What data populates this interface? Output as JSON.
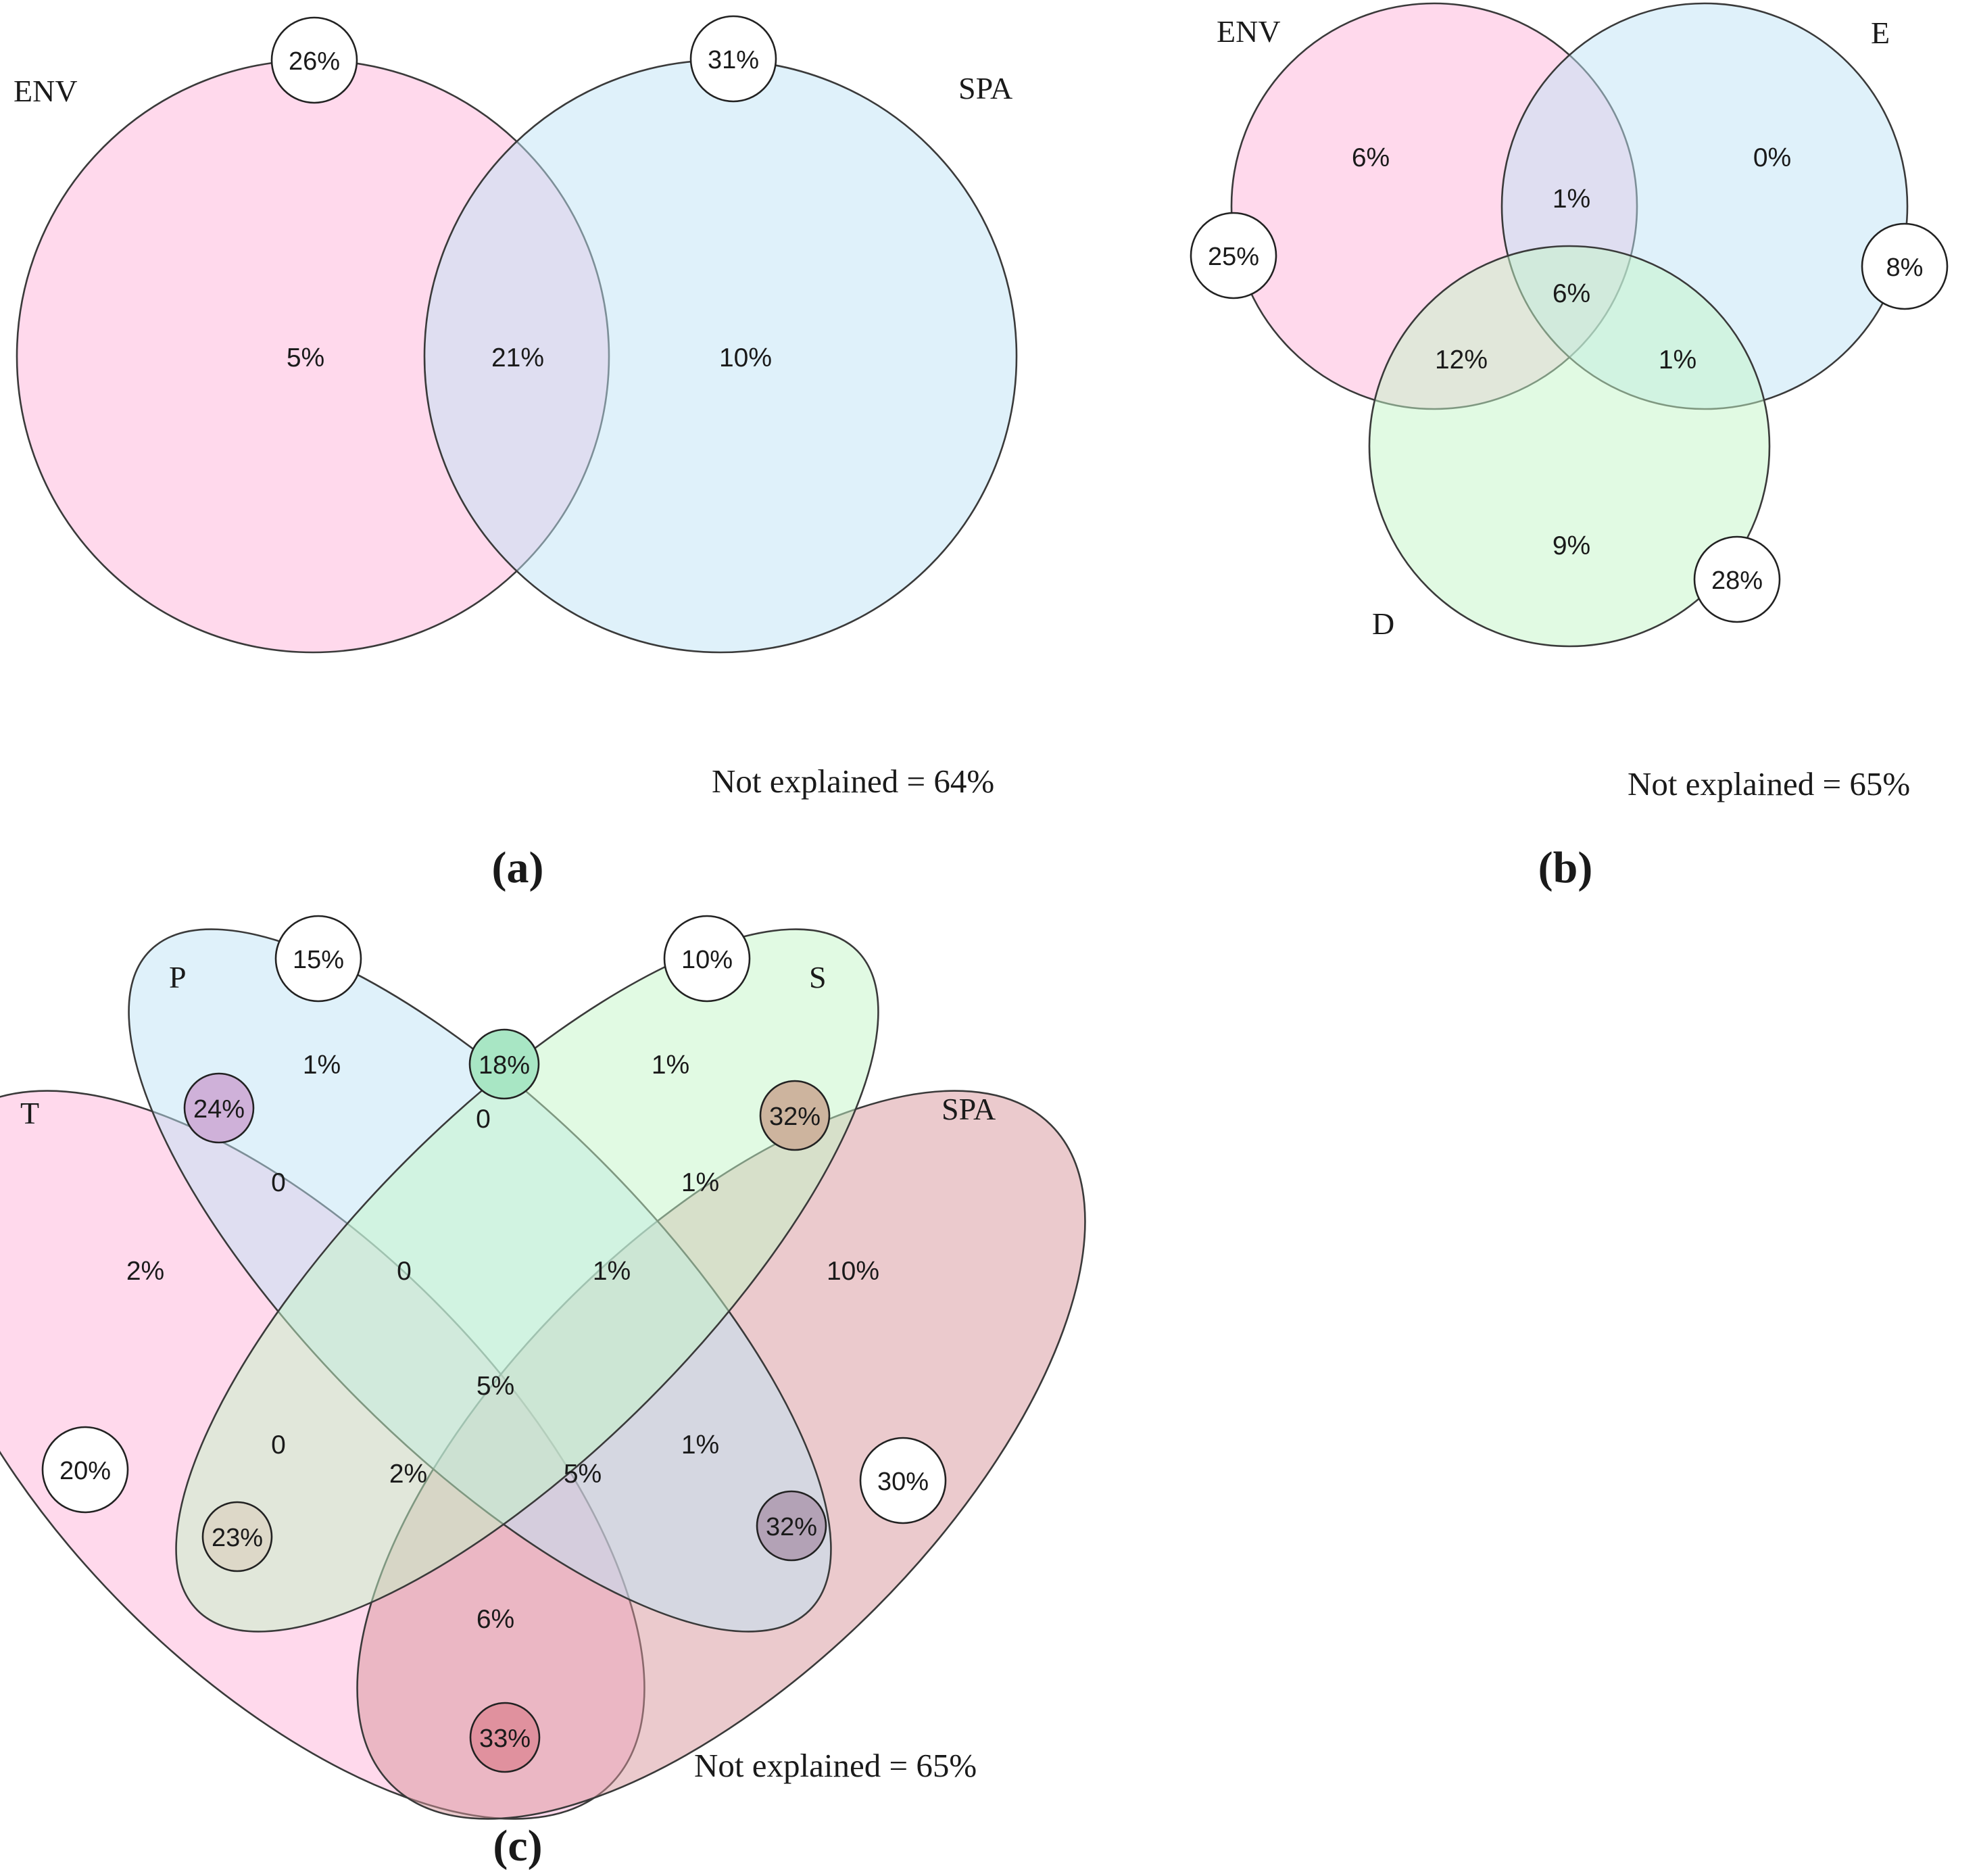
{
  "colors": {
    "pink": "#ffc0e0",
    "blue": "#bfe3f5",
    "green": "#c4f5c8",
    "rose": "#d8959b",
    "badge_white": "#ffffff"
  },
  "panels": {
    "a": {
      "caption": "(a)",
      "not_explained": "Not explained = 64%",
      "sets": {
        "env": "ENV",
        "spa": "SPA"
      },
      "badges": {
        "env": "26%",
        "spa": "31%"
      },
      "regions": {
        "env_only": "5%",
        "overlap": "21%",
        "spa_only": "10%"
      }
    },
    "b": {
      "caption": "(b)",
      "not_explained": "Not explained = 65%",
      "sets": {
        "env": "ENV",
        "e": "E",
        "d": "D"
      },
      "badges": {
        "env": "25%",
        "e": "8%",
        "d": "28%"
      },
      "regions": {
        "env_only": "6%",
        "e_only": "0%",
        "env_e": "1%",
        "all": "6%",
        "env_d": "12%",
        "e_d": "1%",
        "d_only": "9%"
      }
    },
    "c": {
      "caption": "(c)",
      "not_explained": "Not explained = 65%",
      "sets": {
        "t": "T",
        "p": "P",
        "s": "S",
        "spa": "SPA"
      },
      "badges": {
        "p": "15%",
        "s": "10%",
        "p_s": "18%",
        "t_p": "24%",
        "s_spa": "32%",
        "t": "20%",
        "spa": "30%",
        "t_s": "23%",
        "p_spa": "32%",
        "t_spa": "33%"
      },
      "regions": {
        "p_only": "1%",
        "s_only": "1%",
        "t_only": "2%",
        "spa_only": "10%",
        "p_s": "0",
        "t_p": "0",
        "s_spa": "1%",
        "t_p_s": "0",
        "p_s_spa": "1%",
        "all_four": "5%",
        "t_s": "0",
        "p_spa": "1%",
        "t_s_spa": "2%",
        "t_p_spa": "5%",
        "t_spa": "6%"
      }
    }
  }
}
